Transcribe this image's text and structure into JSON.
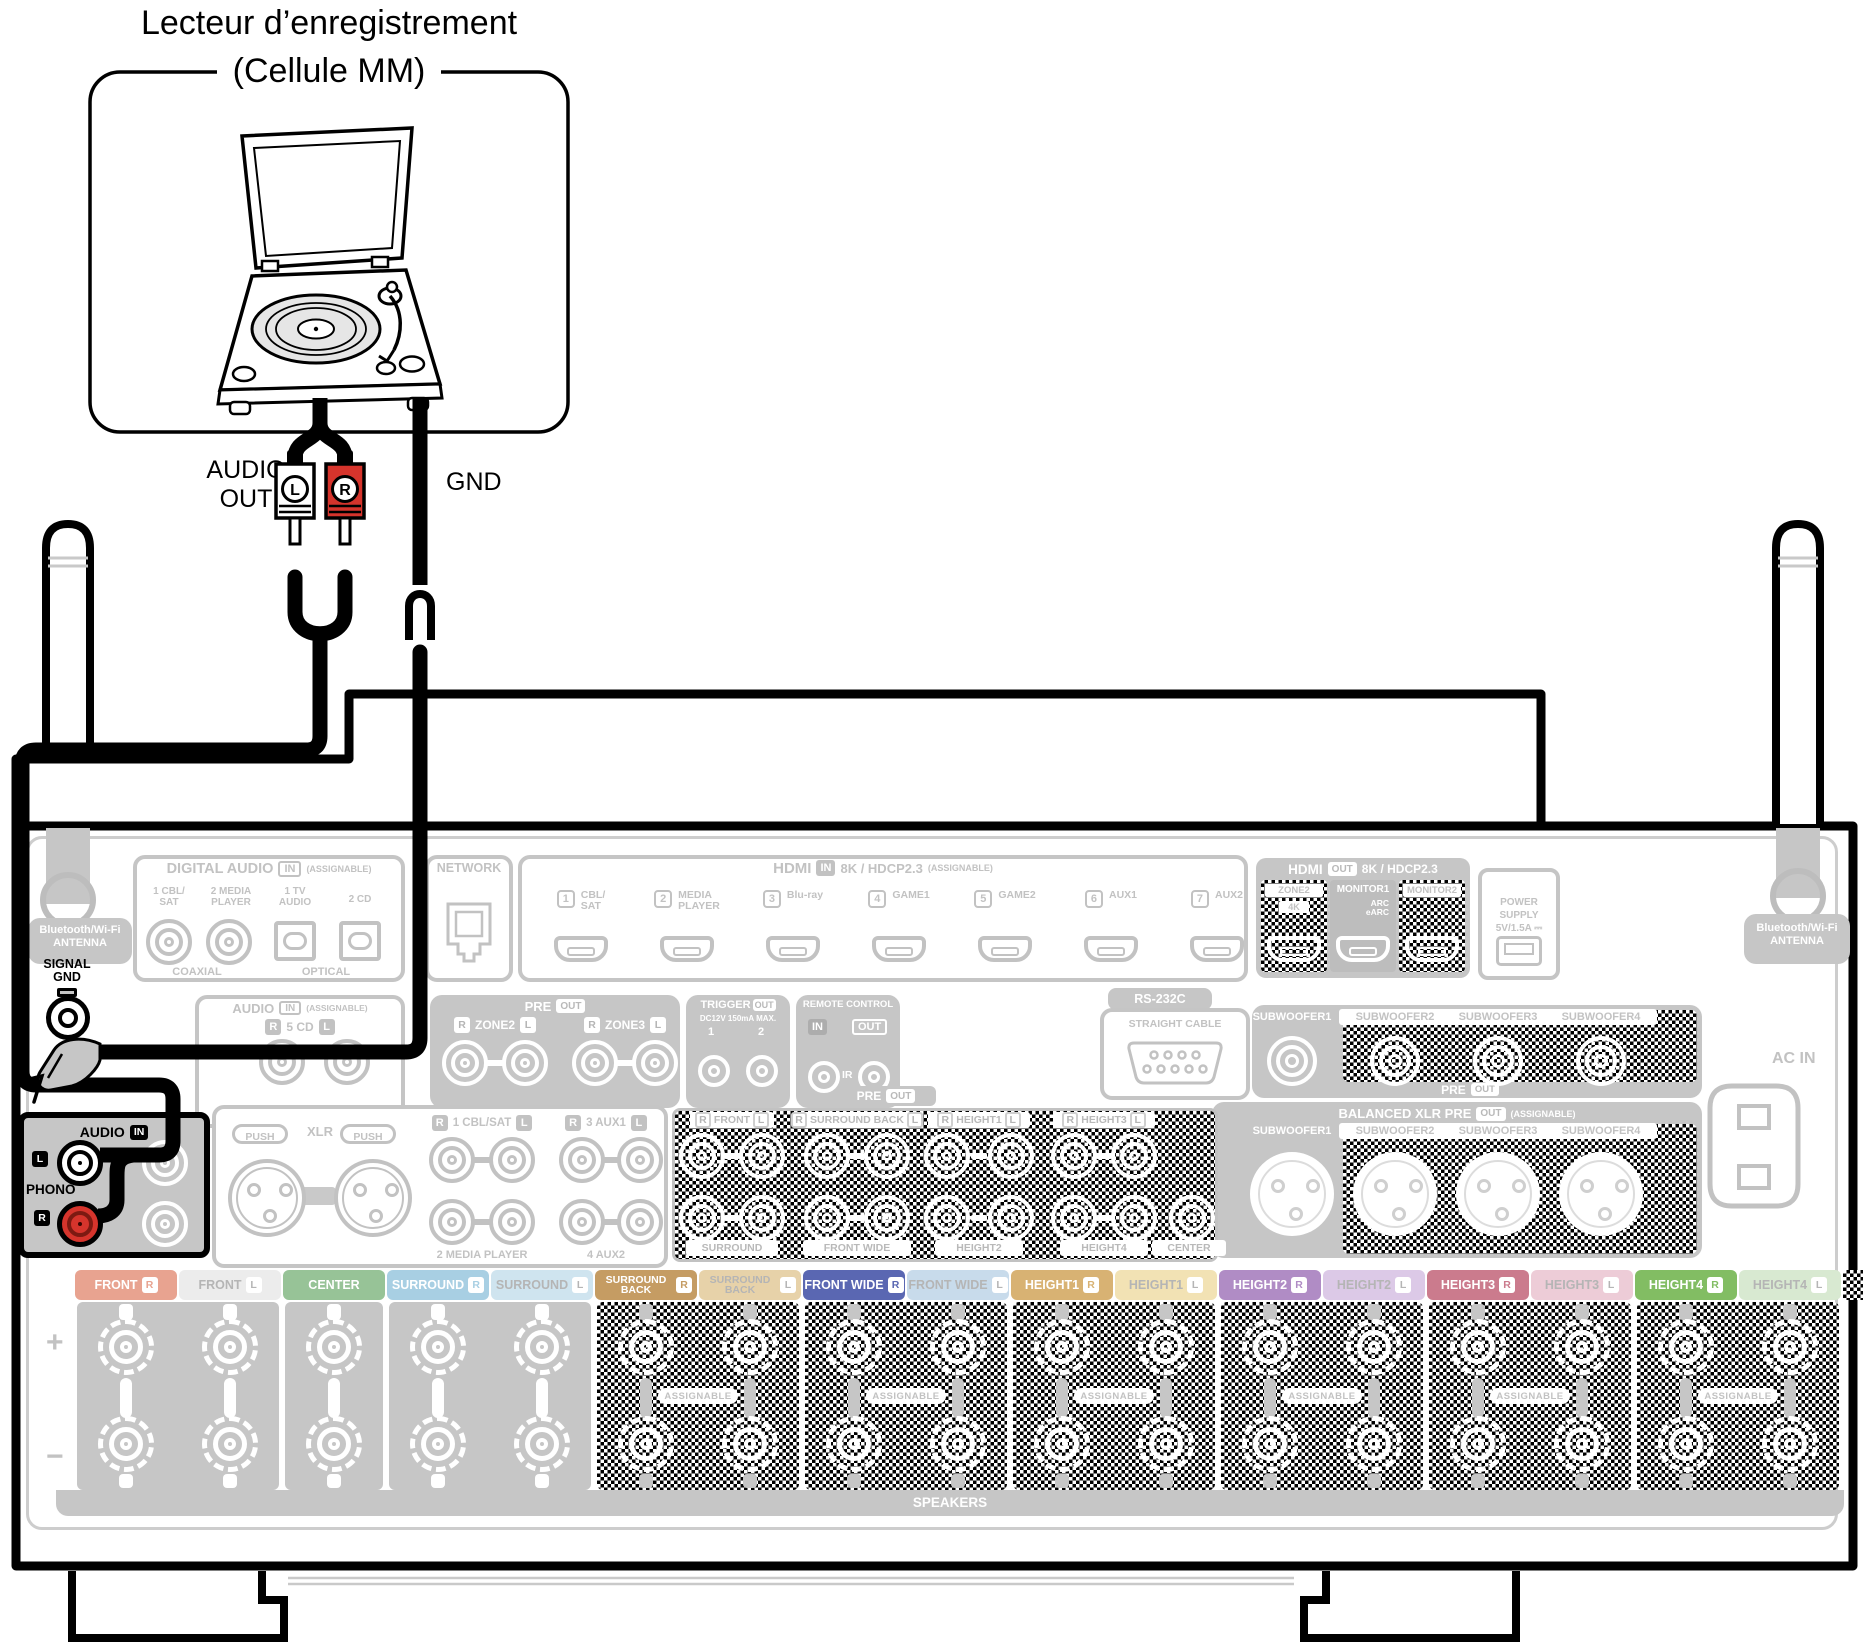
{
  "title": {
    "line1": "Lecteur d’enregistrement",
    "line2": "(Cellule MM)"
  },
  "cables": {
    "audio_line1": "AUDIO",
    "audio_line2": "OUT",
    "gnd": "GND",
    "plug_left": "L",
    "plug_right": "R"
  },
  "antenna_mount": {
    "line1": "Bluetooth/Wi-Fi",
    "line2": "ANTENNA"
  },
  "signal_gnd": {
    "line1": "SIGNAL",
    "line2": "GND"
  },
  "digital_audio": {
    "title": "DIGITAL AUDIO",
    "badge": "IN",
    "assignable": "(ASSIGNABLE)",
    "coax": [
      {
        "l1": "1 CBL/",
        "l2": "SAT"
      },
      {
        "l1": "2 MEDIA",
        "l2": "PLAYER"
      }
    ],
    "optical": [
      {
        "l1": "1 TV",
        "l2": "AUDIO"
      },
      {
        "l1": "2 CD",
        "l2": ""
      }
    ],
    "coax_caption": "COAXIAL",
    "optical_caption": "OPTICAL"
  },
  "network": {
    "title": "NETWORK"
  },
  "hdmi_in": {
    "title": "HDMI",
    "badge": "IN",
    "spec": "8K / HDCP2.3",
    "assignable": "(ASSIGNABLE)",
    "ports": [
      {
        "num": "1",
        "name": "CBL/\nSAT"
      },
      {
        "num": "2",
        "name": "MEDIA\nPLAYER"
      },
      {
        "num": "3",
        "name": "Blu-ray"
      },
      {
        "num": "4",
        "name": "GAME1"
      },
      {
        "num": "5",
        "name": "GAME2"
      },
      {
        "num": "6",
        "name": "AUX1"
      },
      {
        "num": "7",
        "name": "AUX2"
      }
    ]
  },
  "hdmi_out": {
    "title": "HDMI",
    "badge": "OUT",
    "spec": "8K / HDCP2.3",
    "zones": [
      {
        "name": "ZONE2",
        "sub": "4K",
        "hatch": true
      },
      {
        "name": "MONITOR1",
        "sub": "ARC\neARC",
        "hatch": false
      },
      {
        "name": "MONITOR2",
        "sub": "",
        "hatch": true
      }
    ]
  },
  "power": {
    "line1": "POWER SUPPLY",
    "line2": "5V/1.5A ⎓"
  },
  "ac_in": "AC IN",
  "audio_in": {
    "title": "AUDIO",
    "badge": "IN",
    "assignable": "(ASSIGNABLE)",
    "r": "R",
    "name": "5 CD",
    "l": "L"
  },
  "phono": {
    "title": "AUDIO",
    "badge": "IN",
    "l": "L",
    "name": "PHONO",
    "r": "R"
  },
  "zone_pre": {
    "title": "PRE",
    "badge": "OUT",
    "groups": [
      {
        "r": "R",
        "name": "ZONE2",
        "l": "L"
      },
      {
        "r": "R",
        "name": "ZONE3",
        "l": "L"
      }
    ]
  },
  "trigger": {
    "title": "TRIGGER",
    "badge": "OUT",
    "spec": "DC12V 150mA MAX.",
    "jack1": "1",
    "jack2": "2"
  },
  "remote": {
    "title": "REMOTE CONTROL",
    "in": "IN",
    "out": "OUT",
    "ir": "IR"
  },
  "rs232": {
    "title": "RS-232C",
    "sub": "STRAIGHT CABLE"
  },
  "sub_pre": {
    "labels": [
      "SUBWOOFER1",
      "SUBWOOFER2",
      "SUBWOOFER3",
      "SUBWOOFER4"
    ],
    "pre": "PRE",
    "out": "OUT"
  },
  "balanced": {
    "title": "BALANCED XLR PRE",
    "badge": "OUT",
    "assignable": "(ASSIGNABLE)",
    "labels": [
      "SUBWOOFER1",
      "SUBWOOFER2",
      "SUBWOOFER3",
      "SUBWOOFER4"
    ]
  },
  "xlr_in": {
    "push": "PUSH",
    "label": "XLR"
  },
  "analog": {
    "cols": [
      {
        "r": "R",
        "top": "1 CBL/SAT",
        "l": "L",
        "bottom": "2 MEDIA PLAYER"
      },
      {
        "r": "R",
        "top": "3 AUX1",
        "l": "L",
        "bottom": "4 AUX2"
      }
    ]
  },
  "pre_center": {
    "title": "PRE",
    "badge": "OUT",
    "top_groups": [
      {
        "r": "R",
        "name": "FRONT",
        "l": "L"
      },
      {
        "r": "R",
        "name": "SURROUND BACK",
        "l": "L"
      },
      {
        "r": "R",
        "name": "HEIGHT1",
        "l": "L"
      },
      {
        "r": "R",
        "name": "HEIGHT3",
        "l": "L"
      }
    ],
    "bottom_labels": [
      "SURROUND",
      "FRONT WIDE",
      "HEIGHT2",
      "HEIGHT4",
      "CENTER"
    ]
  },
  "speakers_caption": "SPEAKERS",
  "assignable_badge": "ASSIGNABLE",
  "polarity": {
    "plus": "+",
    "minus": "−"
  },
  "speaker_strip": [
    {
      "name": "FRONT",
      "ch": "R",
      "bg": "#e8a390",
      "fg": "#ffffff",
      "badge": "#e8a390"
    },
    {
      "name": "FRONT",
      "ch": "L",
      "bg": "#ececec",
      "fg": "#b5b5b5",
      "badge": "#b5b5b5"
    },
    {
      "name": "CENTER",
      "ch": "",
      "bg": "#97c397",
      "fg": "#ffffff",
      "badge": ""
    },
    {
      "name": "SURROUND",
      "ch": "R",
      "bg": "#a8cfe3",
      "fg": "#ffffff",
      "badge": "#a8cfe3"
    },
    {
      "name": "SURROUND",
      "ch": "L",
      "bg": "#cfe4ef",
      "fg": "#b5b5b5",
      "badge": "#b5b5b5"
    },
    {
      "name": "SURROUND BACK",
      "ch": "R",
      "bg": "#c59c63",
      "fg": "#ffffff",
      "badge": "#c59c63"
    },
    {
      "name": "SURROUND BACK",
      "ch": "L",
      "bg": "#e7d2a9",
      "fg": "#b5b5b5",
      "badge": "#b5b5b5"
    },
    {
      "name": "FRONT WIDE",
      "ch": "R",
      "bg": "#5a67b2",
      "fg": "#ffffff",
      "badge": "#5a67b2"
    },
    {
      "name": "FRONT WIDE",
      "ch": "L",
      "bg": "#c8dbeb",
      "fg": "#b5b5b5",
      "badge": "#b5b5b5"
    },
    {
      "name": "HEIGHT1",
      "ch": "R",
      "bg": "#d8b273",
      "fg": "#ffffff",
      "badge": "#d8b273"
    },
    {
      "name": "HEIGHT1",
      "ch": "L",
      "bg": "#f2e2b4",
      "fg": "#b5b5b5",
      "badge": "#b5b5b5"
    },
    {
      "name": "HEIGHT2",
      "ch": "R",
      "bg": "#b08cc5",
      "fg": "#ffffff",
      "badge": "#b08cc5"
    },
    {
      "name": "HEIGHT2",
      "ch": "L",
      "bg": "#dcc9e7",
      "fg": "#b5b5b5",
      "badge": "#b5b5b5"
    },
    {
      "name": "HEIGHT3",
      "ch": "R",
      "bg": "#cb7b8d",
      "fg": "#ffffff",
      "badge": "#cb7b8d"
    },
    {
      "name": "HEIGHT3",
      "ch": "L",
      "bg": "#edccd7",
      "fg": "#b5b5b5",
      "badge": "#b5b5b5"
    },
    {
      "name": "HEIGHT4",
      "ch": "R",
      "bg": "#82bd63",
      "fg": "#ffffff",
      "badge": "#82bd63"
    },
    {
      "name": "HEIGHT4",
      "ch": "L",
      "bg": "#d8e9d1",
      "fg": "#b5b5b5",
      "badge": "#b5b5b5"
    }
  ],
  "speaker_sections": [
    {
      "start": 0,
      "count": 2,
      "assignable": false
    },
    {
      "start": 2,
      "count": 1,
      "assignable": false
    },
    {
      "start": 3,
      "count": 2,
      "assignable": false
    },
    {
      "start": 5,
      "count": 2,
      "assignable": true
    },
    {
      "start": 7,
      "count": 2,
      "assignable": true
    },
    {
      "start": 9,
      "count": 2,
      "assignable": true
    },
    {
      "start": 11,
      "count": 2,
      "assignable": true
    },
    {
      "start": 13,
      "count": 2,
      "assignable": true
    },
    {
      "start": 15,
      "count": 2,
      "assignable": true
    }
  ],
  "colors": {
    "panel_gray": "#c6c6c6",
    "line_gray": "#c2c2c2",
    "highlight": "#000000",
    "rca_red": "#d6342c"
  }
}
